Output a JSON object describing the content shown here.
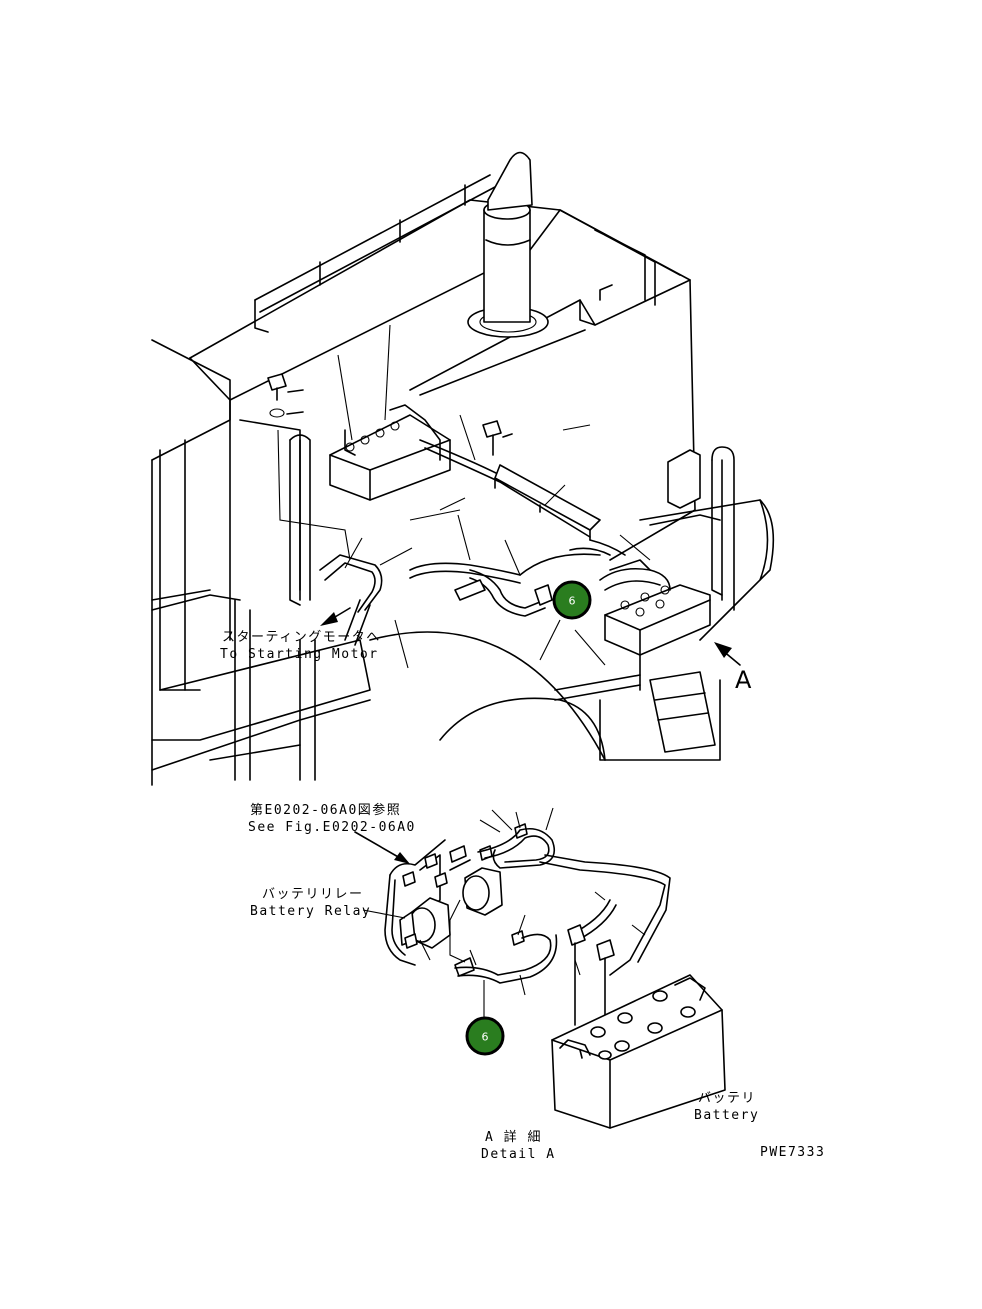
{
  "labels": {
    "starting_motor_jp": "スターティングモータへ",
    "starting_motor_en": "To Starting Motor",
    "view_marker": "A",
    "see_fig_jp": "第E0202-06A0図参照",
    "see_fig_en": "See Fig.E0202-06A0",
    "battery_relay_jp": "バッテリリレー",
    "battery_relay_en": "Battery Relay",
    "battery_jp": "バッテリ",
    "battery_en": "Battery",
    "detail_jp": "A 詳 細",
    "detail_en": "Detail A",
    "figure_id": "PWE7333"
  },
  "callouts": [
    {
      "number": "6"
    },
    {
      "number": "6"
    }
  ],
  "colors": {
    "callout_fill": "#2a7d1f",
    "callout_text": "#ffffff",
    "line": "#000000",
    "background": "#ffffff"
  }
}
